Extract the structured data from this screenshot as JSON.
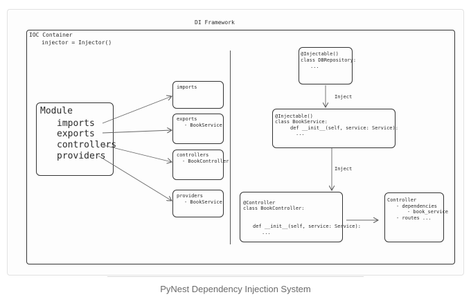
{
  "diagram": {
    "framework_title": "DI Framework",
    "ioc_title": "IOC Container",
    "ioc_code": "injector = Injector()",
    "module": {
      "title": "Module",
      "items": [
        "imports",
        "exports",
        "controllers",
        "providers"
      ]
    },
    "imports_box": {
      "title": "imports"
    },
    "exports_box": {
      "title": "exports",
      "item": "- BookService"
    },
    "controllers_box": {
      "title": "controllers",
      "item": "- BookController"
    },
    "providers_box": {
      "title": "providers",
      "item": "- BookService"
    },
    "repository_box": {
      "decorator": "@Injectable()",
      "class_line": "class DBRepository:",
      "body": "..."
    },
    "service_box": {
      "decorator": "@Injectable()",
      "class_line": "class BookService:",
      "init_line": "def __init__(self, service: Service):",
      "body": "..."
    },
    "controller_box": {
      "decorator": "@Controller",
      "class_line": "class BookController:",
      "init_line": "def __init__(self, service: Service):",
      "body": "..."
    },
    "controller_summary_box": {
      "title": "Controller",
      "deps_label": "- dependencies",
      "deps_item": "- book_service",
      "routes_label": "- routes ..."
    },
    "inject_label_1": "Inject",
    "inject_label_2": "Inject"
  },
  "caption": "PyNest Dependency Injection System"
}
